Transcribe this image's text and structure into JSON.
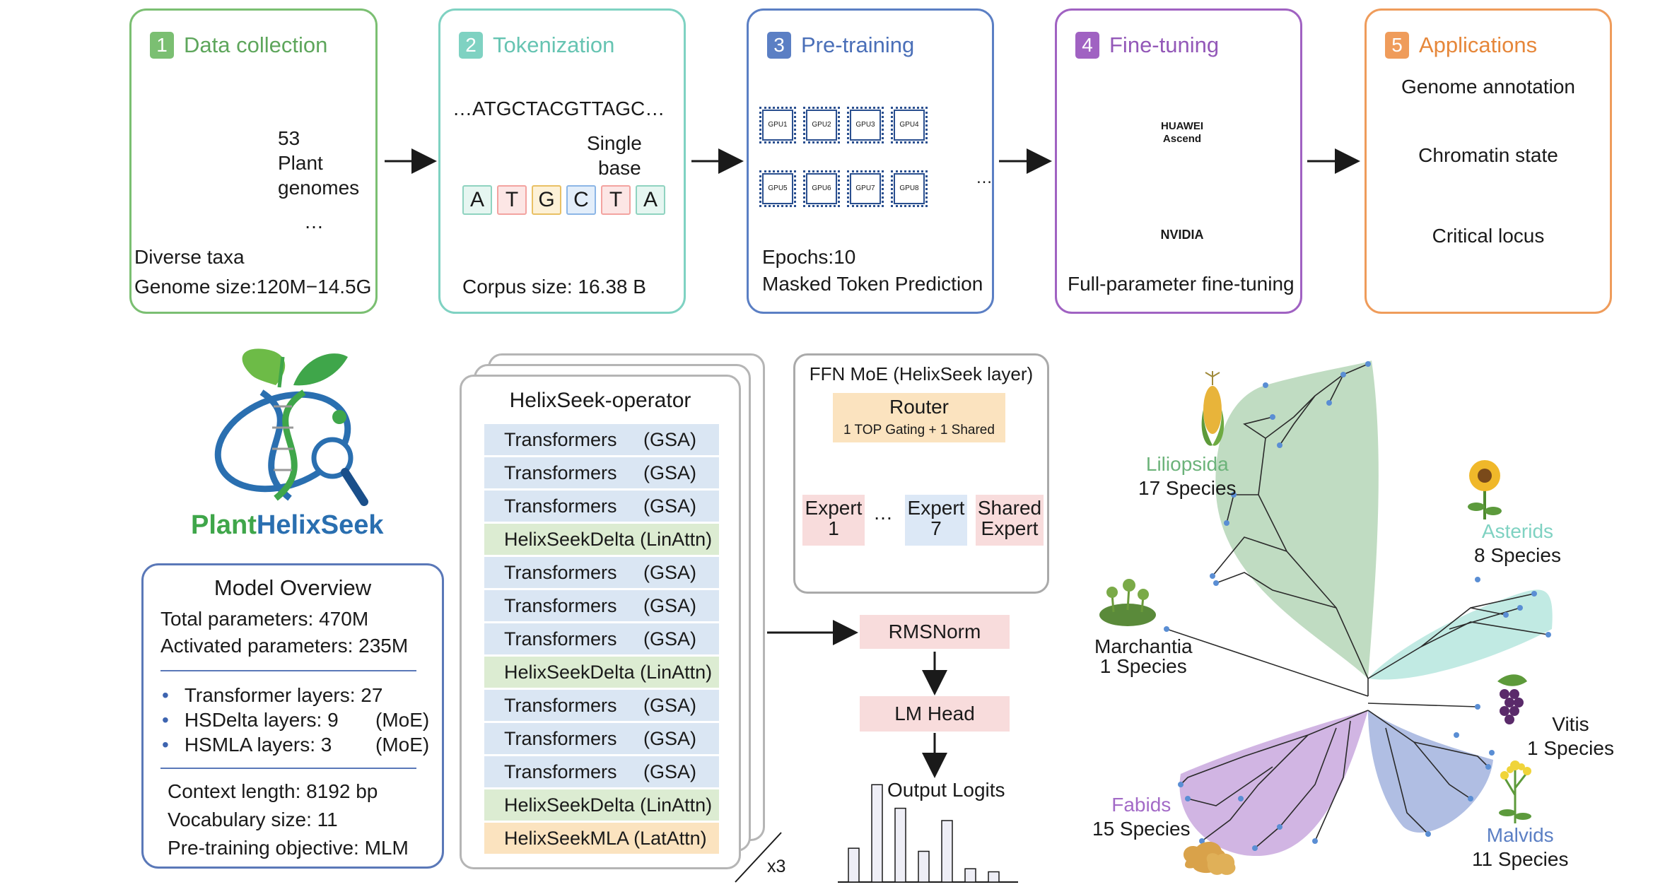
{
  "colors": {
    "s1": "#7bbf72",
    "s2": "#7fd2c2",
    "s3": "#5b7fc4",
    "s4": "#a062c2",
    "s5": "#ef9c5b",
    "arrow": "#1a1a1a",
    "brand_green": "#3fa64a",
    "brand_blue": "#2a6fb0"
  },
  "stages": [
    {
      "num": "1",
      "title": "Data collection",
      "lines": [
        "53",
        "Plant",
        "genomes",
        "…",
        "Diverse taxa",
        "Genome size:120M−14.5G"
      ]
    },
    {
      "num": "2",
      "title": "Tokenization",
      "sequence": "…ATGCTACGTTAGC…",
      "single": [
        "Single",
        "base"
      ],
      "bases": [
        "A",
        "T",
        "G",
        "C",
        "T",
        "A"
      ],
      "corpus": "Corpus size: 16.38 B"
    },
    {
      "num": "3",
      "title": "Pre-training",
      "gpus": [
        "GPU1",
        "GPU2",
        "GPU3",
        "GPU4",
        "GPU5",
        "GPU6",
        "GPU7",
        "GPU8"
      ],
      "ellipsis": "…",
      "epochs": "Epochs:10",
      "objective": "Masked Token Prediction"
    },
    {
      "num": "4",
      "title": "Fine-tuning",
      "chip1": [
        "HUAWEI",
        "Ascend"
      ],
      "chip2": "NVIDIA",
      "caption": "Full-parameter fine-tuning"
    },
    {
      "num": "5",
      "title": "Applications",
      "apps": [
        "Genome annotation",
        "Chromatin state",
        "Critical locus"
      ]
    }
  ],
  "logo": {
    "part1": "Plant",
    "part2": "HelixSeek"
  },
  "overview": {
    "title": "Model Overview",
    "total": "Total parameters: 470M",
    "activated": "Activated parameters: 235M",
    "bullets": [
      {
        "name": "Transformer layers: 27",
        "tag": ""
      },
      {
        "name": "HSDelta layers: 9",
        "tag": "(MoE)"
      },
      {
        "name": "HSMLA layers:  3",
        "tag": "(MoE)"
      }
    ],
    "context": "Context length: 8192 bp",
    "vocab": "Vocabulary size: 11",
    "pretrain": "Pre-training objective: MLM"
  },
  "operator": {
    "title": "HelixSeek-operator",
    "layers": [
      {
        "name": "Transformers",
        "tag": "(GSA)",
        "kind": "t"
      },
      {
        "name": "Transformers",
        "tag": "(GSA)",
        "kind": "t"
      },
      {
        "name": "Transformers",
        "tag": "(GSA)",
        "kind": "t"
      },
      {
        "name": "HelixSeekDelta (LinAttn)",
        "tag": "",
        "kind": "d"
      },
      {
        "name": "Transformers",
        "tag": "(GSA)",
        "kind": "t"
      },
      {
        "name": "Transformers",
        "tag": "(GSA)",
        "kind": "t"
      },
      {
        "name": "Transformers",
        "tag": "(GSA)",
        "kind": "t"
      },
      {
        "name": "HelixSeekDelta (LinAttn)",
        "tag": "",
        "kind": "d"
      },
      {
        "name": "Transformers",
        "tag": "(GSA)",
        "kind": "t"
      },
      {
        "name": "Transformers",
        "tag": "(GSA)",
        "kind": "t"
      },
      {
        "name": "Transformers",
        "tag": "(GSA)",
        "kind": "t"
      },
      {
        "name": "HelixSeekDelta (LinAttn)",
        "tag": "",
        "kind": "d"
      },
      {
        "name": "HelixSeekMLA (LatAttn)",
        "tag": "",
        "kind": "m"
      }
    ],
    "repeat": "x3"
  },
  "moe": {
    "title": "FFN MoE (HelixSeek layer)",
    "router": "Router",
    "gating": "1 TOP Gating + 1 Shared",
    "expert1": [
      "Expert",
      "1"
    ],
    "dots": "…",
    "expert7": [
      "Expert",
      "7"
    ],
    "shared": [
      "Shared",
      "Expert"
    ]
  },
  "head": {
    "rmsnorm": "RMSNorm",
    "lmhead": "LM Head",
    "logits": "Output Logits",
    "logit_values": [
      0.33,
      0.95,
      0.72,
      0.3,
      0.6,
      0.13,
      0.1
    ]
  },
  "clades": [
    {
      "name": "Liliopsida",
      "count": "17 Species",
      "color": "#6cb37a"
    },
    {
      "name": "Asterids",
      "count": "8 Species",
      "color": "#7fd2c2"
    },
    {
      "name": "Marchantia",
      "count": "1 Species",
      "color": "#1a1a1a"
    },
    {
      "name": "Vitis",
      "count": "1 Species",
      "color": "#1a1a1a"
    },
    {
      "name": "Fabids",
      "count": "15 Species",
      "color": "#a36bc7"
    },
    {
      "name": "Malvids",
      "count": "11 Species",
      "color": "#5b7fc4"
    }
  ]
}
